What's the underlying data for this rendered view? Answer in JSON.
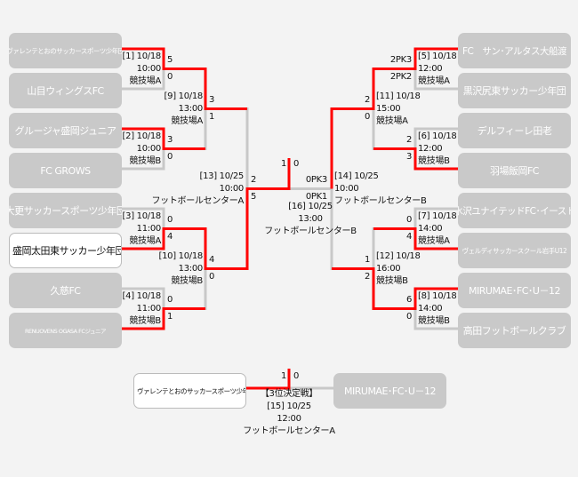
{
  "colors": {
    "win_line": "#ff0000",
    "line": "#c8c8c8",
    "team_box": "#c9c9c9"
  },
  "left_teams": [
    "ヴァレンテとおのサッカースポーツ少年団",
    "山目ウィングスFC",
    "グルージャ盛岡ジュニア",
    "FC GROWS",
    "大更サッカースポーツ少年団",
    "盛岡太田東サッカー少年団",
    "久慈FC",
    "RENUOVENS OGASA FCジュニア"
  ],
  "right_teams": [
    "FC　サン･アルタス大船渡",
    "黒沢尻東サッカー少年団",
    "デルフィーレ田老",
    "羽場飯岡FC",
    "水沢ユナイテッドFC･イースト",
    "ヴェルディサッカースクール岩手U12",
    "MIRUMAE･FC･U－12",
    "高田フットボールクラブ"
  ],
  "matches": {
    "m1": {
      "no": "[1] 10/18",
      "time": "10:00",
      "venue": "競技場A",
      "top": "5",
      "bottom": "0"
    },
    "m2": {
      "no": "[2] 10/18",
      "time": "10:00",
      "venue": "競技場B",
      "top": "3",
      "bottom": "0"
    },
    "m3": {
      "no": "[3] 10/18",
      "time": "11:00",
      "venue": "競技場A",
      "top": "0",
      "bottom": "4"
    },
    "m4": {
      "no": "[4] 10/18",
      "time": "11:00",
      "venue": "競技場B",
      "top": "0",
      "bottom": "1"
    },
    "m5": {
      "no": "[5] 10/18",
      "time": "12:00",
      "venue": "競技場A",
      "top": "2PK3",
      "bottom": "2PK2"
    },
    "m6": {
      "no": "[6] 10/18",
      "time": "12:00",
      "venue": "競技場B",
      "top": "2",
      "bottom": "3"
    },
    "m7": {
      "no": "[7] 10/18",
      "time": "14:00",
      "venue": "競技場A",
      "top": "0",
      "bottom": "4"
    },
    "m8": {
      "no": "[8] 10/18",
      "time": "14:00",
      "venue": "競技場B",
      "top": "6",
      "bottom": "0"
    },
    "m9": {
      "no": "[9] 10/18",
      "time": "13:00",
      "venue": "競技場A",
      "top": "3",
      "bottom": "1"
    },
    "m10": {
      "no": "[10] 10/18",
      "time": "13:00",
      "venue": "競技場B",
      "top": "4",
      "bottom": "0"
    },
    "m11": {
      "no": "[11] 10/18",
      "time": "15:00",
      "venue": "競技場A",
      "top": "2",
      "bottom": "0"
    },
    "m12": {
      "no": "[12] 10/18",
      "time": "16:00",
      "venue": "競技場B",
      "top": "1",
      "bottom": "2"
    },
    "m13": {
      "no": "[13] 10/25",
      "time": "10:00",
      "venue": "フットボールセンターA",
      "top": "2",
      "bottom": "5"
    },
    "m14": {
      "no": "[14] 10/25",
      "time": "10:00",
      "venue": "フットボールセンターB",
      "top": "0PK3",
      "bottom": "0PK1"
    },
    "m16": {
      "no": "[16] 10/25",
      "time": "13:00",
      "venue": "フットボールセンターB",
      "left": "1",
      "right": "0"
    }
  },
  "third_place": {
    "title": "【3位決定戦】",
    "no": "[15] 10/25",
    "time": "12:00",
    "venue": "フットボールセンターA",
    "left_team": "ヴァレンテとおのサッカースポーツ少年団",
    "right_team": "MIRUMAE･FC･U－12",
    "left_score": "1",
    "right_score": "0"
  }
}
